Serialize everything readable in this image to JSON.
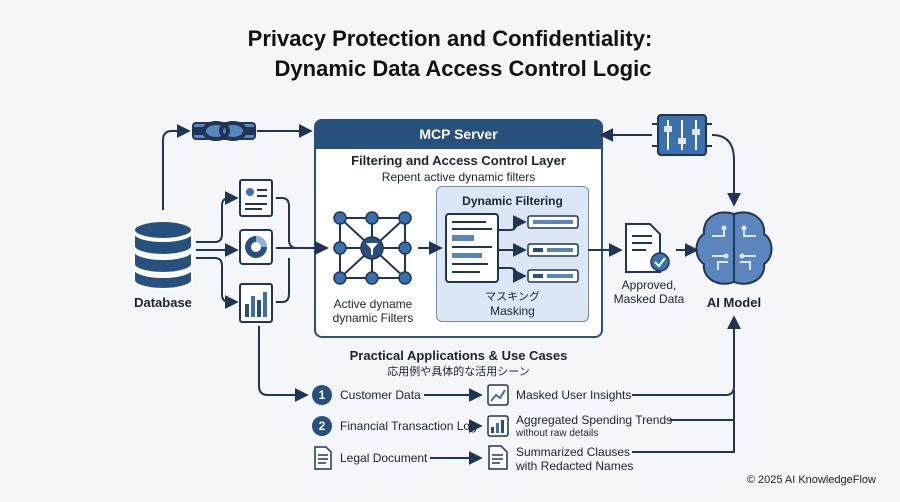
{
  "title": {
    "line1": "Privacy Protection and Confidentiality:",
    "line2": "Dynamic Data Access Control Logic"
  },
  "database": {
    "label": "Database",
    "icon": "database-icon"
  },
  "mcp_server": {
    "header": "MCP Server",
    "layer_title": "Filtering and Access Control Layer",
    "layer_subtitle": "Repent active dynamic filters",
    "filters_label_line1": "Active dyname",
    "filters_label_line2": "dynamic Filters",
    "dynamic_filtering": {
      "title": "Dynamic Filtering",
      "masking_jp": "マスキング",
      "masking_en": "Masking"
    }
  },
  "output": {
    "line1": "Approved,",
    "line2": "Masked Data"
  },
  "ai_model": {
    "label": "AI Model",
    "icon": "brain-icon"
  },
  "use_cases": {
    "title": "Practical Applications & Use Cases",
    "subtitle_jp": "応用例や具体的な活用シーン",
    "items": [
      {
        "marker": "1",
        "source": "Customer Data",
        "result": "Masked User Insights",
        "result_sub": ""
      },
      {
        "marker": "2",
        "source": "Financial Transaction Log",
        "result": "Aggregated Spending Trends",
        "result_sub": "without raw details"
      },
      {
        "marker": "",
        "source": "Legal Document",
        "result": "Summarized Clauses",
        "result_sub": "with Redacted Names"
      }
    ]
  },
  "copyright": "© 2025 AI KnowledgeFlow",
  "colors": {
    "navy": "#27507f",
    "line": "#1f3556",
    "light_blue": "#dce7f5",
    "accent": "#3a6fb0"
  }
}
